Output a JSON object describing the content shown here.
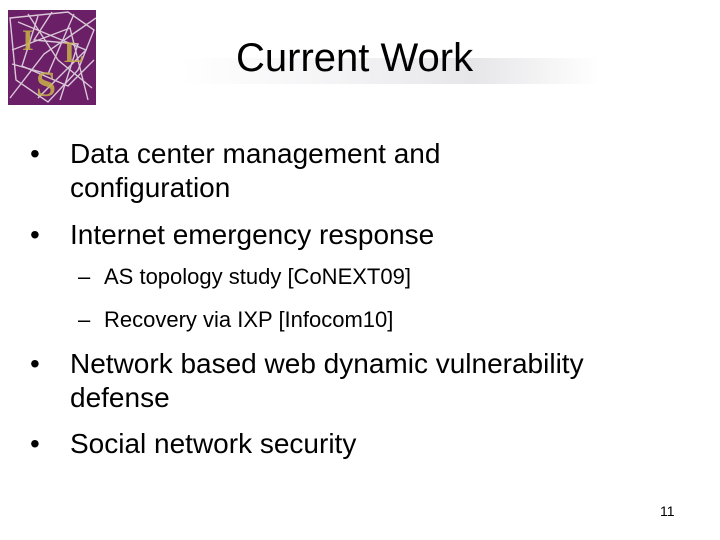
{
  "slide": {
    "logo_text": "ISL",
    "title": "Current Work",
    "bullets": [
      {
        "lines": [
          "Data center management and",
          "configuration"
        ]
      },
      {
        "lines": [
          "Internet emergency response"
        ]
      },
      {
        "lines": [
          "Network based web dynamic vulnerability",
          "defense"
        ]
      },
      {
        "lines": [
          "Social network security"
        ]
      }
    ],
    "sub_bullets": [
      "AS topology study [CoNEXT09]",
      "Recovery via IXP [Infocom10]"
    ],
    "bullet_symbol": "•",
    "sub_bullet_symbol": "–",
    "page_number": "11"
  },
  "colors": {
    "logo_background": "#6a1f66",
    "logo_lines": "#e6d9e4",
    "logo_letters": "#c9b24a",
    "text": "#000000"
  }
}
